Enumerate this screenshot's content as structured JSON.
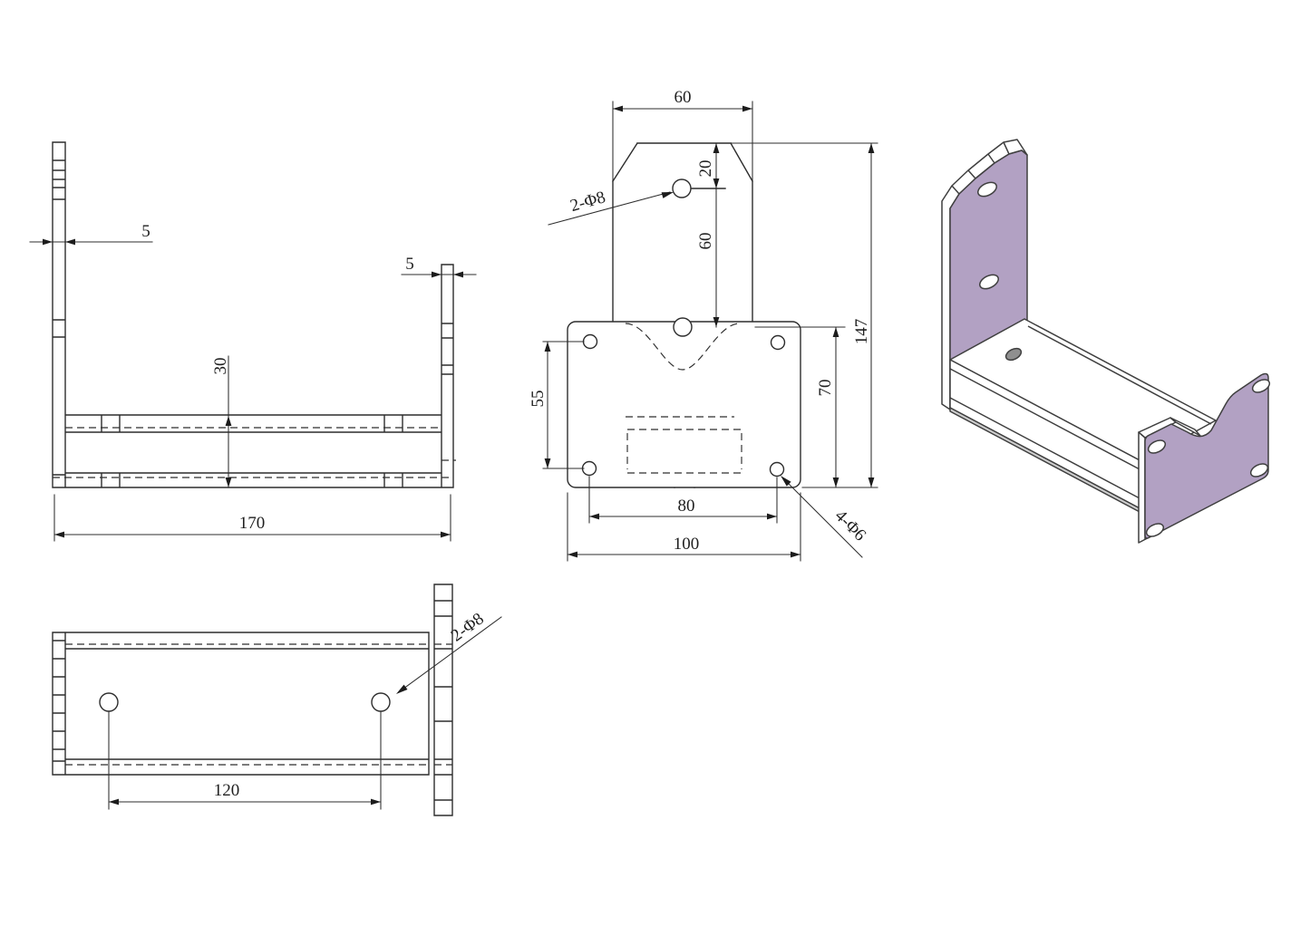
{
  "drawing": {
    "kind": "bracket multi-view engineering drawing",
    "colors": {
      "background": "#ffffff",
      "line": "#2d2d2d",
      "plate_fill": "#b2a1c3",
      "face_fill": "#ffffff",
      "through_hole_fill": "#8f8f8f",
      "bottom_sliver": "#cdcdcd"
    },
    "side_view": {
      "dims": {
        "wall_thickness_left": "5",
        "wall_thickness_right": "5",
        "base_height": "30",
        "overall_length": "170"
      }
    },
    "front_view": {
      "dims": {
        "back_plate_width": "60",
        "hole_top_offset": "20",
        "hole_pitch_vertical": "60",
        "overall_height": "147",
        "front_plate_height": "70",
        "hole_pitch_left": "55",
        "hole_pitch_bottom": "80",
        "front_plate_width": "100"
      },
      "labels": {
        "back_plate_holes": "2-Φ8",
        "front_plate_holes": "4-Φ6"
      }
    },
    "top_view": {
      "dims": {
        "hole_pitch": "120"
      },
      "labels": {
        "base_holes": "2-Φ8"
      }
    }
  }
}
